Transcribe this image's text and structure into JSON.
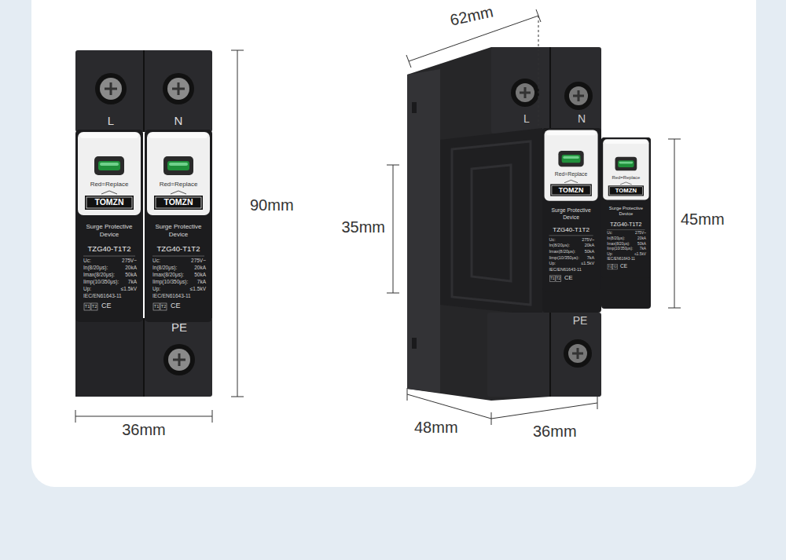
{
  "diagram": {
    "labels": [
      "L",
      "N",
      "Red=Replace",
      "TOMZN",
      "Surge Protective Device",
      "TZG40-T1T2",
      "Uc:",
      "275V~",
      "In(8/20μs):",
      "20kA",
      "Imax(8/20μs):",
      "50kA",
      "Iimp(10/350μs):",
      "7kA",
      "Up:",
      "≤1.5kV",
      "IEC/EN61643-11",
      "T1",
      "T2",
      "CE",
      "Red=Replace",
      "TOMZN",
      "Surge Protective Device",
      "TZG40-T1T2",
      "Uc:",
      "275V~",
      "In(8/20μs):",
      "20kA",
      "Imax(8/20μs):",
      "50kA",
      "Iimp(10/350μs):",
      "7kA",
      "Up:",
      "≤1.5kV",
      "IEC/EN61643-11",
      "T1",
      "T2",
      "CE",
      "PE",
      "90mm",
      "36mm",
      "62mm",
      "L",
      "N",
      "35mm",
      "Red=Replace",
      "TOMZN",
      "Surge Protective Device",
      "TZG40-T1T2",
      "Uc:",
      "275V~",
      "In(8/20μs):",
      "20kA",
      "Imax(8/20μs):",
      "50kA",
      "Iimp(10/350μs):",
      "7kA",
      "Up:",
      "≤1.5kV",
      "IEC/EN61643-11",
      "T1",
      "T2",
      "CE",
      "Red=Replace",
      "TOMZN",
      "Surge Protective Device",
      "TZG40-T1T2",
      "Uc:",
      "275V~",
      "In(8/20μs):",
      "20kA",
      "Imax(8/20μs):",
      "50kA",
      "Iimp(10/350μs):",
      "7kA",
      "Up:",
      "≤1.5kV",
      "IEC/EN61643-11",
      "T1",
      "T2",
      "CE",
      "45mm",
      "PE",
      "48mm",
      "36mm"
    ]
  }
}
